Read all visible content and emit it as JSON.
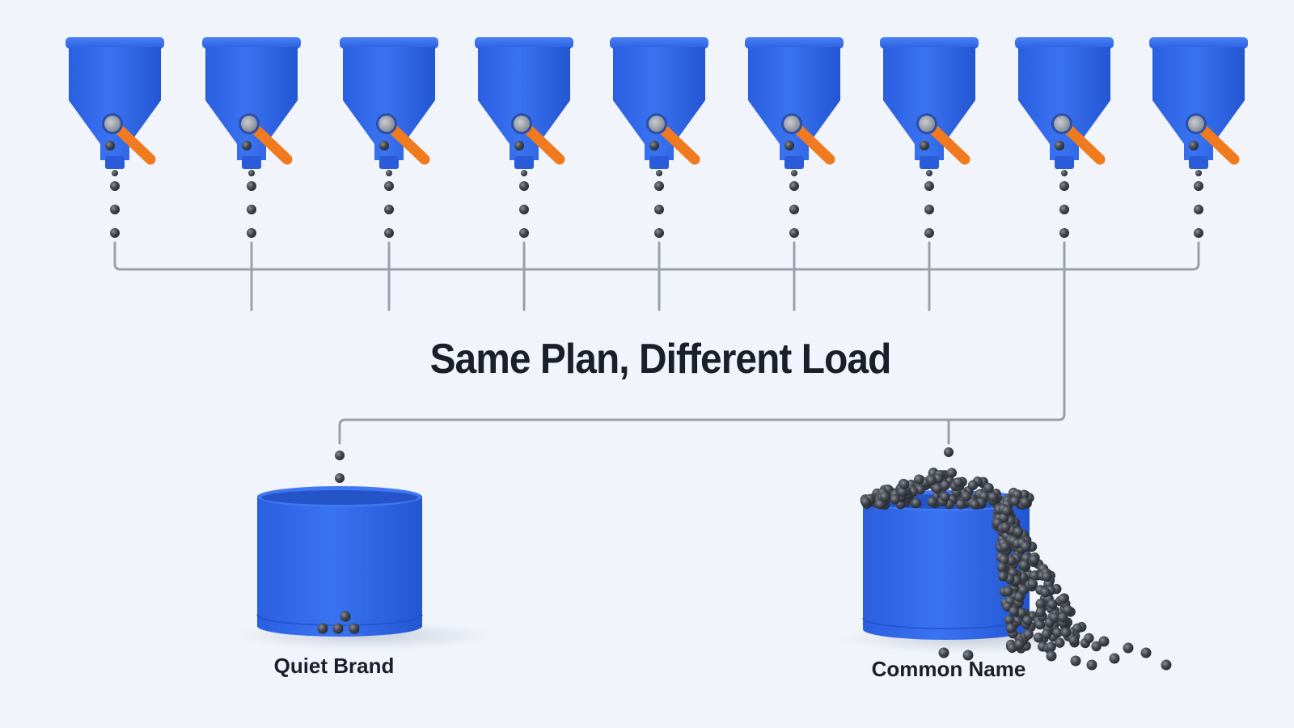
{
  "title": "Same Plan, Different Load",
  "bins": [
    {
      "label": "Quiet Brand",
      "load": "low"
    },
    {
      "label": "Common Name",
      "load": "high"
    }
  ],
  "hopper_count": 9,
  "colors": {
    "background": "#f1f4fa",
    "hopper_blue": "#2f67ea",
    "valve_orange": "#f07a1e",
    "ball_dark": "#3b3e44",
    "pipe_gray": "#9aa0aa",
    "text": "#1b1f29"
  }
}
